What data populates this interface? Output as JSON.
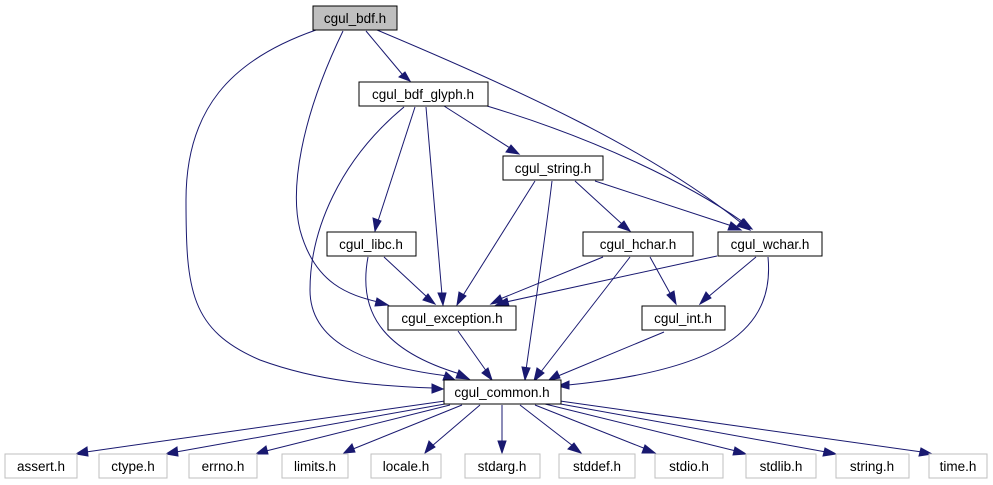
{
  "colors": {
    "edge": "#191970",
    "root_fill": "#bfbfbf",
    "node_border": "#000000",
    "system_border": "#bfbfbf",
    "node_fill": "#ffffff"
  },
  "nodes": {
    "root": "cgul_bdf.h",
    "bdf_glyph": "cgul_bdf_glyph.h",
    "string": "cgul_string.h",
    "libc": "cgul_libc.h",
    "hchar": "cgul_hchar.h",
    "wchar": "cgul_wchar.h",
    "exception": "cgul_exception.h",
    "int": "cgul_int.h",
    "common": "cgul_common.h",
    "assert": "assert.h",
    "ctype": "ctype.h",
    "errno": "errno.h",
    "limits": "limits.h",
    "locale": "locale.h",
    "stdarg": "stdarg.h",
    "stddef": "stddef.h",
    "stdio": "stdio.h",
    "stdlib": "stdlib.h",
    "stringh": "string.h",
    "time": "time.h"
  }
}
